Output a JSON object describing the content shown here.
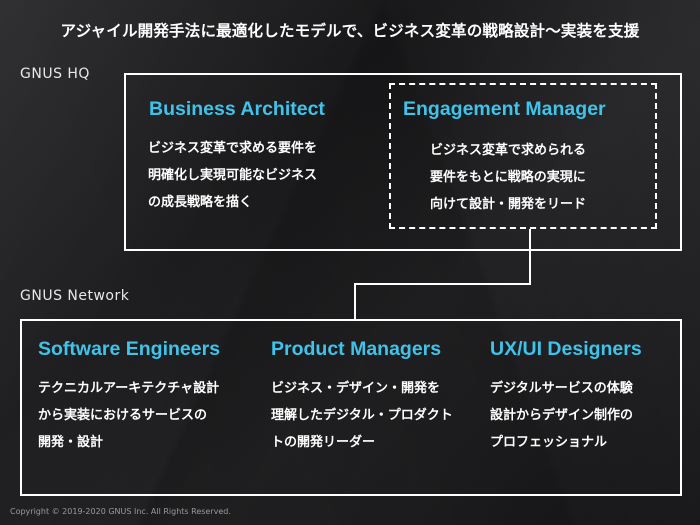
{
  "headline": "アジャイル開発手法に最適化したモデルで、ビジネス変革の戦略設計〜実装を支援",
  "hq": {
    "label": "GNUS HQ",
    "roles": [
      {
        "title": "Business Architect",
        "description": "ビジネス変革で求める要件を\n明確化し実現可能なビジネス\nの成長戦略を描く"
      },
      {
        "title": "Engagement Manager",
        "description": "ビジネス変革で求められる\n要件をもとに戦略の実現に\n向けて設計・開発をリード"
      }
    ]
  },
  "network": {
    "label": "GNUS  Network",
    "roles": [
      {
        "title": "Software Engineers",
        "description": "テクニカルアーキテクチャ設計\nから実装におけるサービスの\n開発・設計"
      },
      {
        "title": "Product Managers",
        "description": "ビジネス・デザイン・開発を\n理解したデジタル・プロダクト\nトの開発リーダー"
      },
      {
        "title": "UX/UI Designers",
        "description": "デジタルサービスの体験\n設計からデザイン制作の\nプロフェッショナル"
      }
    ]
  },
  "copyright": "Copyright © 2019-2020 GNUS Inc. All Rights Reserved.",
  "colors": {
    "accent": "#3fc3ea",
    "background": "#1e1e20",
    "text": "#ffffff"
  }
}
